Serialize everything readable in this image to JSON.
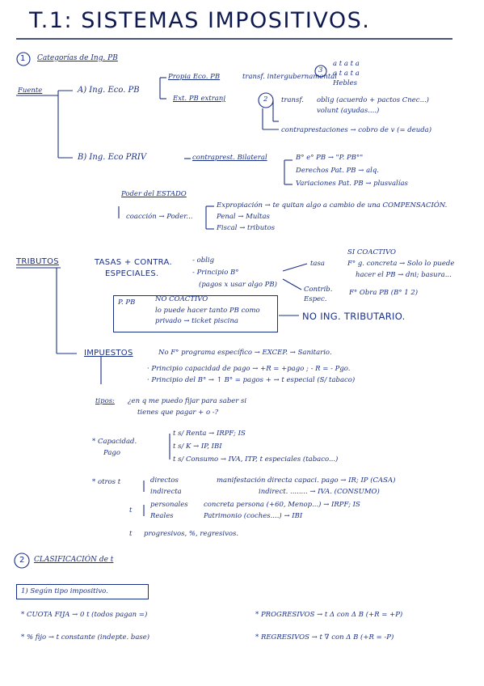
{
  "title": "T.1: SISTEMAS IMPOSITIVOS.",
  "section1": {
    "num": "1",
    "heading": "Categorías de Ing. PB",
    "fuente": "Fuente",
    "a": {
      "label": "A) Ing. Eco. PB",
      "propios": "Propia Eco. PB",
      "transf": "transf. intergubernamental",
      "circle3": "3",
      "list3": [
        "a t a t a",
        "a t a t a",
        "Hebles"
      ],
      "ext": "Ext. PB extranj",
      "circle2": "2",
      "transf2": "transf.",
      "oblig": "oblig (acuerdo + pactos Cnec...)",
      "volunt": "volunt (ayudas....)",
      "contra": "contraprestaciones → cobro de v (= deuda)"
    },
    "b": {
      "label": "B) Ing. Eco PRIV",
      "contrap": "contraprest. Bilateral",
      "items": [
        "B° e° PB → \"P. PB°\"",
        "Derechos Pat. PB → alq.",
        "Variaciones Pat. PB → plusvalías"
      ]
    },
    "poder": {
      "label": "Poder del ESTADO",
      "coaccion": "coacción → Poder...",
      "items": [
        "Expropiación → te quitan algo a cambio de una COMPENSACIÓN.",
        "Penal → Multas",
        "Fiscal → tributos"
      ]
    }
  },
  "tributos": {
    "label": "TRIBUTOS",
    "tasas": "TASAS + CONTRA.",
    "especiales": "ESPECIALES.",
    "oblig": "- oblig",
    "principio": "- Principio B°",
    "pagos": "(pagos x usar algo PB)",
    "tasa": "tasa",
    "si_coactivo": "SI COACTIVO",
    "tasa_line1": "F° g. concreta → Solo lo puede",
    "tasa_line2": "hacer el PB → dni; basura...",
    "contrib": "Contrib.",
    "espec": "Espec.",
    "contrib_line": "F° Obra PB (B° 1 2)",
    "pp": "P. PB",
    "no_coactivo": "NO COACTIVO",
    "pp_line1": "lo puede hacer tanto PB como",
    "pp_line2": "privado → ticket piscina",
    "no_ing": "NO ING. TRIBUTARIO."
  },
  "impuestos": {
    "label": "IMPUESTOS",
    "line": "No F° programa específico → EXCEP. → Sanitario.",
    "cap": "· Principio capacidad de pago → +R = +pago ; - R = - Pgo.",
    "ben": "· Principio del B° → ↑ B° = pagos + → t especial (S/ tabaco)",
    "tipos_label": "tipos:",
    "tipos_q1": "¿en q me puedo fijar para saber si",
    "tipos_q2": "tienes que pagar + o -?",
    "capacidad_label1": "* Capacidad.",
    "capacidad_label2": "Pago",
    "cap_items": [
      "t s/ Renta → IRPF; IS",
      "t s/ K → IP, IBI",
      "t s/ Consumo → IVA, ITP, t especiales (tabaco...)"
    ],
    "otros_label": "* otros t",
    "directos": "directos",
    "directos_r": "manifestación directa capaci. pago → IR; IP (CASA)",
    "indirectos": "indirecta",
    "indirectos_r": "indirect. ........ → IVA. (CONSUMO)",
    "t1": "t",
    "personales": "personales",
    "personales_r": "concreta persona (+60, Menop...) → IRPF; IS",
    "reales": "Reales",
    "reales_r": "Patrimonio (coches....) → IBI",
    "t2": "t",
    "prog": "progresivos, %, regresivos."
  },
  "section2": {
    "num": "2",
    "heading": "CLASIFICACIÓN de t",
    "box": "1) Según tipo impositivo.",
    "cuota": "* CUOTA FIJA → 0 t (todos pagan =)",
    "pct": "* % fijo → t constante (indepte. base)",
    "progresivos": "* PROGRESIVOS → t Δ con Δ B (+R = +P)",
    "regresivos": "* REGRESIVOS → t ∇ con Δ B (+R = -P)"
  }
}
